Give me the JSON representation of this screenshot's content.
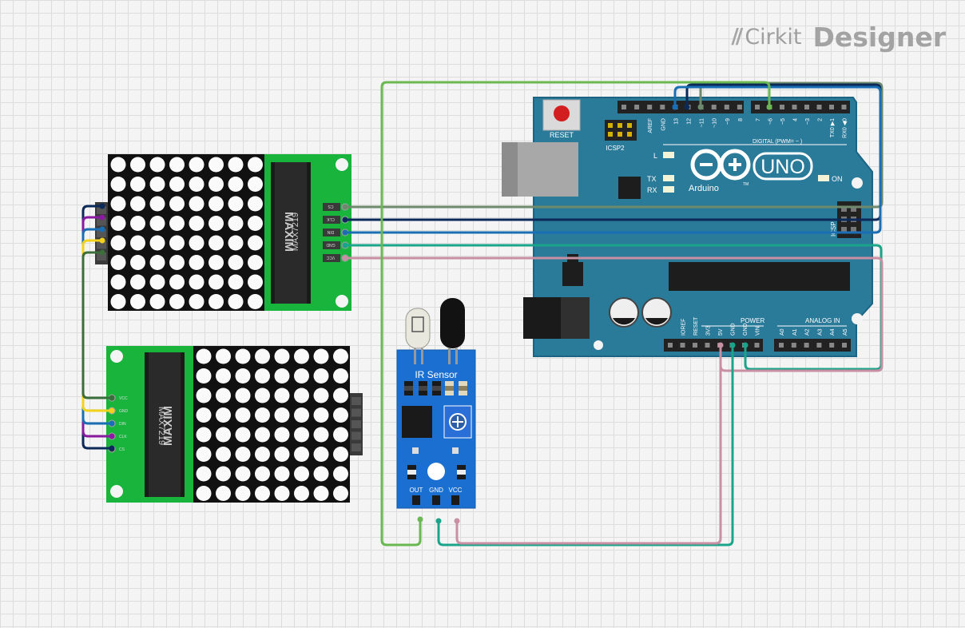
{
  "branding": {
    "mark": "//",
    "name_a": "Cirkit",
    "name_b": "Designer"
  },
  "matrix_top": {
    "chip": "MAX7219",
    "maker": "MAXIM",
    "pins": [
      "CS",
      "CLK",
      "DIN",
      "GND",
      "VCC"
    ]
  },
  "matrix_bottom": {
    "chip": "MAX7219",
    "maker": "MAXIM",
    "pins": [
      "VCC",
      "GND",
      "DIN",
      "CLK",
      "CS"
    ]
  },
  "ir_sensor": {
    "title": "IR Sensor",
    "pins": [
      "OUT",
      "GND",
      "VCC"
    ]
  },
  "arduino": {
    "reset": "RESET",
    "icsp2": "ICSP2",
    "icsp": "ICSP",
    "led_l": "L",
    "tx": "TX",
    "rx": "RX",
    "on": "ON",
    "brand": "Arduino",
    "tm": "TM",
    "model": "UNO",
    "digital": "DIGITAL (PWM= ~ )",
    "power": "POWER",
    "analog": "ANALOG IN",
    "header_top": [
      "AREF",
      "GND",
      "13",
      "12",
      "~11",
      "~10",
      "~9",
      "8",
      "7",
      "~6",
      "~5",
      "4",
      "~3",
      "2",
      "TX0 ▶1",
      "RX0 ◀0"
    ],
    "header_power": [
      "IOREF",
      "RESET",
      "3V3",
      "5V",
      "GND",
      "GND",
      "VIN"
    ],
    "header_analog": [
      "A0",
      "A1",
      "A2",
      "A3",
      "A4",
      "A5"
    ]
  },
  "colors": {
    "board_green": "#18b43c",
    "arduino_teal": "#2a7a9a",
    "sensor_blue": "#1a6fd0",
    "wire_gray_green": "#6d8a6d",
    "wire_navy": "#0b2a5a",
    "wire_blue": "#1a6fb4",
    "wire_teal": "#1aa58a",
    "wire_pink": "#c890a2",
    "wire_green": "#6ab852",
    "wire_purple": "#8a1aa0",
    "wire_yellow": "#f2d21a",
    "wire_dark_green": "#3c6e3c"
  }
}
